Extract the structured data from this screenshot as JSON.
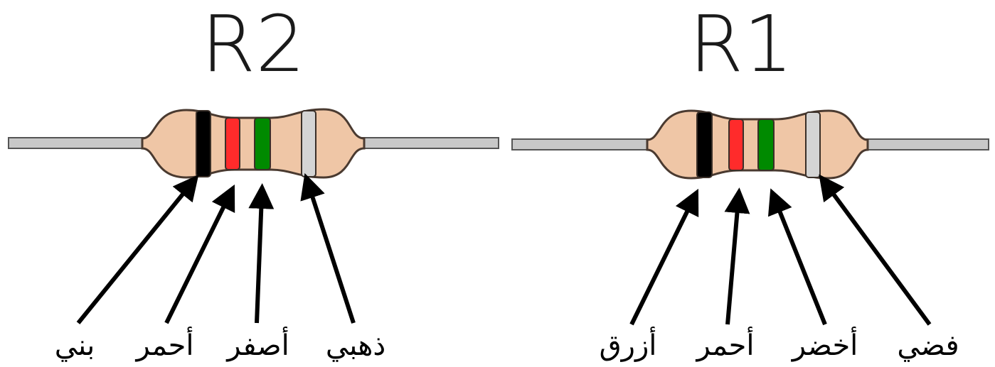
{
  "resistors": [
    {
      "title": "R2",
      "bands": [
        {
          "color": "#000000",
          "label": "بني"
        },
        {
          "color": "#ff2b2b",
          "label": "أحمر"
        },
        {
          "color": "#008a00",
          "label": "أصفر"
        },
        {
          "color": "#d4d4d4",
          "label": "ذهبي"
        }
      ]
    },
    {
      "title": "R1",
      "bands": [
        {
          "color": "#000000",
          "label": "أزرق"
        },
        {
          "color": "#ff2b2b",
          "label": "أحمر"
        },
        {
          "color": "#008a00",
          "label": "أخضر"
        },
        {
          "color": "#d4d4d4",
          "label": "فضي"
        }
      ]
    }
  ],
  "colors": {
    "body": "#efc6a6",
    "body_outline": "#4a3a30",
    "lead": "#c8c8c8",
    "lead_outline": "#555555",
    "arrow": "#000000"
  }
}
